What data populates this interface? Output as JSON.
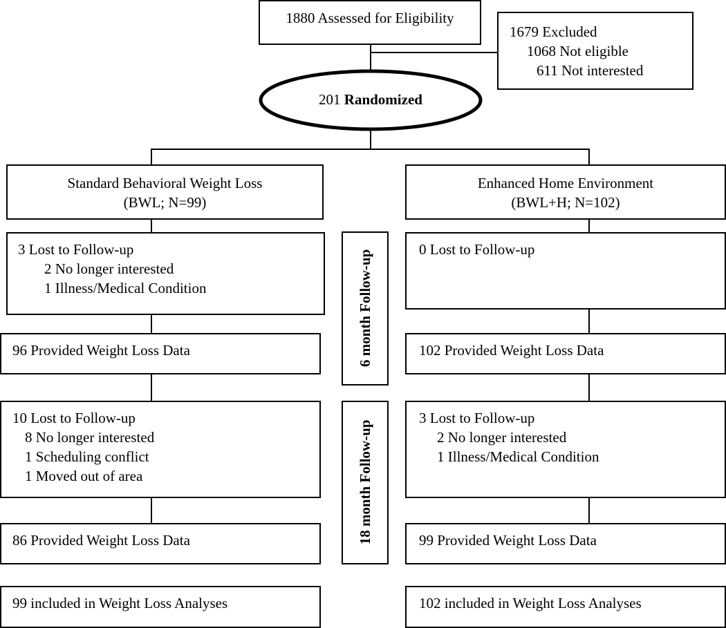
{
  "assessed": "1880 Assessed for Eligibility",
  "excluded": {
    "title": "1679 Excluded",
    "not_eligible": "1068 Not eligible",
    "not_interested": "611 Not interested"
  },
  "randomized": {
    "count": "201",
    "label": "Randomized"
  },
  "arms": {
    "standard": {
      "name": "Standard Behavioral Weight Loss",
      "detail": "(BWL; N=99)"
    },
    "enhanced": {
      "name": "Enhanced Home Environment",
      "detail": "(BWL+H; N=102)"
    }
  },
  "periods": {
    "six": "6 month Follow-up",
    "eighteen": "18 month Follow-up"
  },
  "standard_6m": {
    "lost": "3 Lost to Follow-up",
    "reason1": "2 No longer interested",
    "reason2": "1 Illness/Medical Condition",
    "provided": "96 Provided Weight Loss Data"
  },
  "enhanced_6m": {
    "lost": "0 Lost to Follow-up",
    "provided": "102 Provided Weight Loss Data"
  },
  "standard_18m": {
    "lost": "10 Lost to Follow-up",
    "reason1": "8 No longer interested",
    "reason2": "1 Scheduling conflict",
    "reason3": "1 Moved out of area",
    "provided": "86 Provided Weight Loss Data"
  },
  "enhanced_18m": {
    "lost": "3 Lost to Follow-up",
    "reason1": "2 No longer interested",
    "reason2": "1 Illness/Medical Condition",
    "provided": "99 Provided Weight Loss Data"
  },
  "analysis": {
    "standard": "99 included in Weight Loss Analyses",
    "enhanced": "102 included in Weight Loss Analyses"
  }
}
